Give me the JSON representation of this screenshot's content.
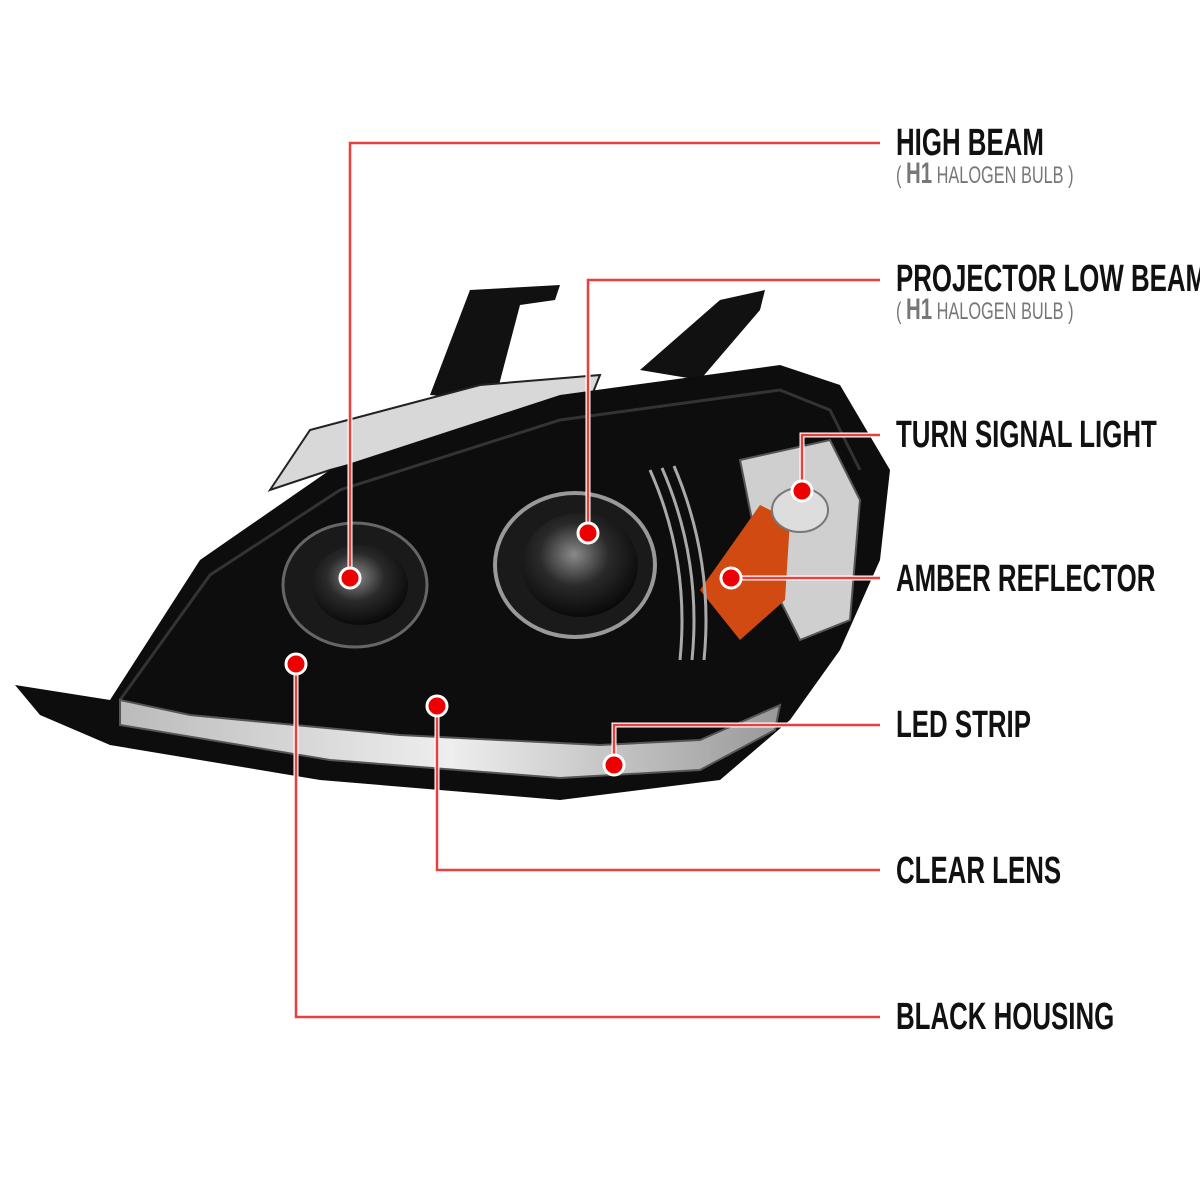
{
  "colors": {
    "callout": "#e8403f",
    "dot": "#ee0000",
    "housing": "#0d0d0d",
    "amber": "#d14a12"
  },
  "callouts": [
    {
      "title": "HIGH BEAM",
      "sub_open": "(",
      "sub_bold": "H1",
      "sub_text": "HALOGEN BULB )"
    },
    {
      "title": "PROJECTOR LOW BEAM",
      "sub_open": "(",
      "sub_bold": "H1",
      "sub_text": "HALOGEN BULB )"
    },
    {
      "title": "TURN SIGNAL LIGHT"
    },
    {
      "title": "AMBER REFLECTOR"
    },
    {
      "title": "LED STRIP"
    },
    {
      "title": "CLEAR LENS"
    },
    {
      "title": "BLACK HOUSING"
    }
  ]
}
